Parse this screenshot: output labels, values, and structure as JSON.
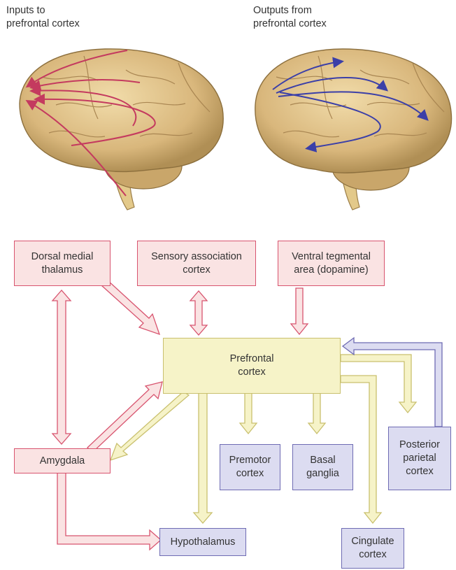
{
  "captions": {
    "inputs": "Inputs to\nprefrontal cortex",
    "outputs": "Outputs from\nprefrontal cortex"
  },
  "boxes": {
    "dorsal_medial_thalamus": "Dorsal medial\nthalamus",
    "sensory_association_cortex": "Sensory association\ncortex",
    "ventral_tegmental_area": "Ventral tegmental\narea (dopamine)",
    "prefrontal_cortex": "Prefrontal\ncortex",
    "amygdala": "Amygdala",
    "premotor_cortex": "Premotor\ncortex",
    "basal_ganglia": "Basal\nganglia",
    "posterior_parietal_cortex": "Posterior\nparietal\ncortex",
    "hypothalamus": "Hypothalamus",
    "cingulate_cortex": "Cingulate\ncortex"
  },
  "colors": {
    "input_pink": "#d8546f",
    "output_yellow": "#c9c06e",
    "output_blue": "#6e6bb3",
    "brain_tan": "#d9b77c"
  }
}
